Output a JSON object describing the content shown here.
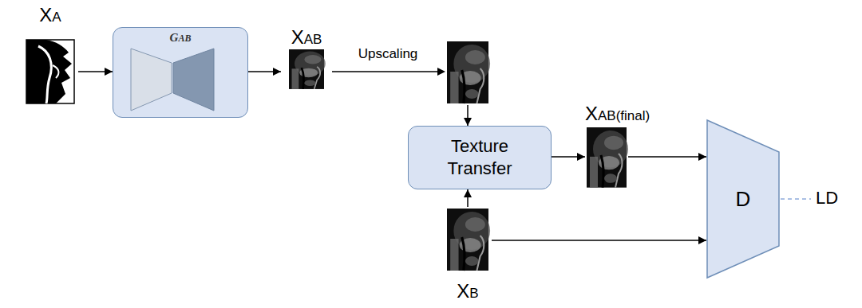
{
  "diagram": {
    "nodes": [
      {
        "text": [
          "XA"
        ]
      },
      {
        "text": [
          "GAB"
        ]
      },
      {
        "text": [
          "XAB"
        ]
      },
      {
        "text": [
          "Texture Transfer"
        ]
      },
      {
        "text": [
          "XAB(final)"
        ]
      },
      {
        "text": [
          "D"
        ]
      },
      {
        "text": [
          "XB"
        ]
      }
    ],
    "edges": [
      {
        "from": 0,
        "to": 1,
        "arrow": "to"
      },
      {
        "from": 1,
        "to": 2,
        "arrow": "to"
      },
      {
        "from": 2,
        "to": 3,
        "label": "Upscaling",
        "arrow": "to"
      },
      {
        "from": 6,
        "to": 3,
        "arrow": "to"
      },
      {
        "from": 3,
        "to": 4,
        "arrow": "to"
      },
      {
        "from": 4,
        "to": 5,
        "arrow": "to"
      },
      {
        "from": 6,
        "to": 5,
        "arrow": "to"
      }
    ],
    "labels": [
      "LD"
    ]
  }
}
